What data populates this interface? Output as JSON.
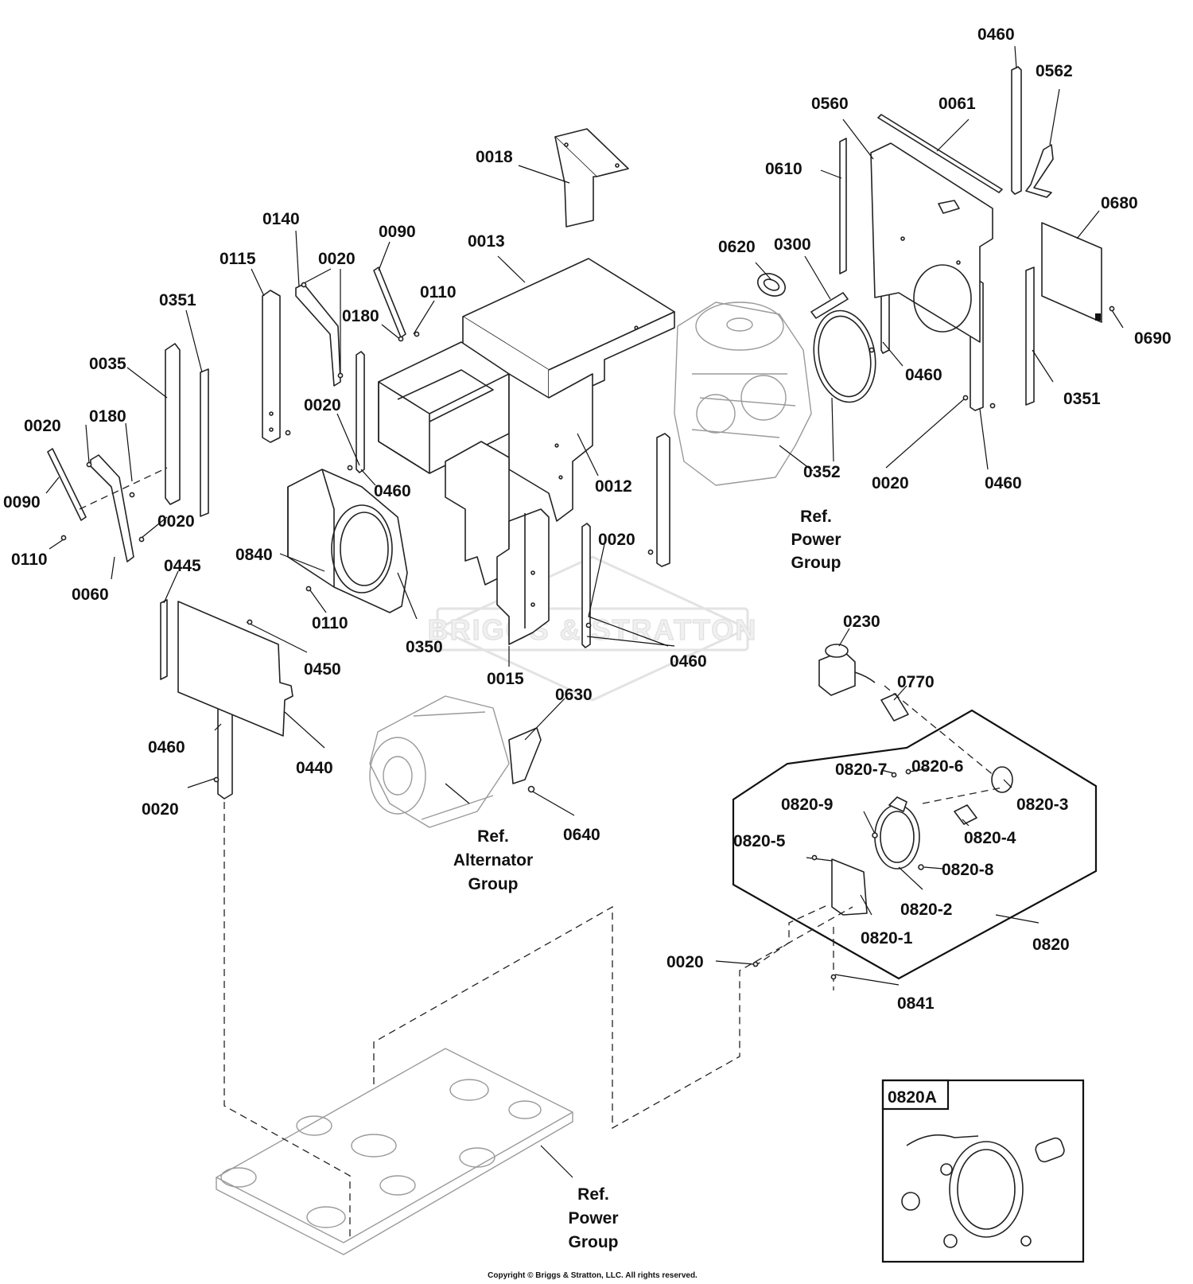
{
  "labels": {
    "p0460_top": "0460",
    "p0562": "0562",
    "p0560": "0560",
    "p0061": "0061",
    "p0018": "0018",
    "p0610": "0610",
    "p0680": "0680",
    "p0140": "0140",
    "p0090_a": "0090",
    "p0620": "0620",
    "p0300": "0300",
    "p0013": "0013",
    "p0115": "0115",
    "p0020_a": "0020",
    "p0110_a": "0110",
    "p0351_a": "0351",
    "p0180_a": "0180",
    "p0690": "0690",
    "p0460_a": "0460",
    "p0035": "0035",
    "p0351_b": "0351",
    "p0020_b": "0020",
    "p0180_b": "0180",
    "p0020_c": "0020",
    "p0352": "0352",
    "p0090_b": "0090",
    "p0020_d": "0020",
    "p0460_b": "0460",
    "p0020_e": "0020",
    "p0460_c": "0460",
    "p0012": "0012",
    "p0110_b": "0110",
    "p0020_f": "0020",
    "p0060": "0060",
    "p0445": "0445",
    "p0840": "0840",
    "p0110_c": "0110",
    "p0350": "0350",
    "p0230": "0230",
    "p0450": "0450",
    "p0460_d": "0460",
    "p0015": "0015",
    "p0770": "0770",
    "p0630": "0630",
    "p0460_e": "0460",
    "p0440": "0440",
    "p0820_7": "0820-7",
    "p0820_6": "0820-6",
    "p0020_g": "0020",
    "p0820_9": "0820-9",
    "p0820_3": "0820-3",
    "p0640": "0640",
    "p0820_5": "0820-5",
    "p0820_4": "0820-4",
    "p0820_8": "0820-8",
    "p0820_2": "0820-2",
    "p0820_1": "0820-1",
    "p0820": "0820",
    "p0020_h": "0020",
    "p0841": "0841",
    "p0820A": "0820A"
  },
  "refs": {
    "power_top": [
      "Ref.",
      "Power",
      "Group"
    ],
    "alternator": [
      "Ref.",
      "Alternator",
      "Group"
    ],
    "power_bottom": [
      "Ref.",
      "Power",
      "Group"
    ]
  },
  "watermark": "BRIGGS & STRATTON",
  "copyright": "Copyright © Briggs & Stratton, LLC. All rights reserved."
}
